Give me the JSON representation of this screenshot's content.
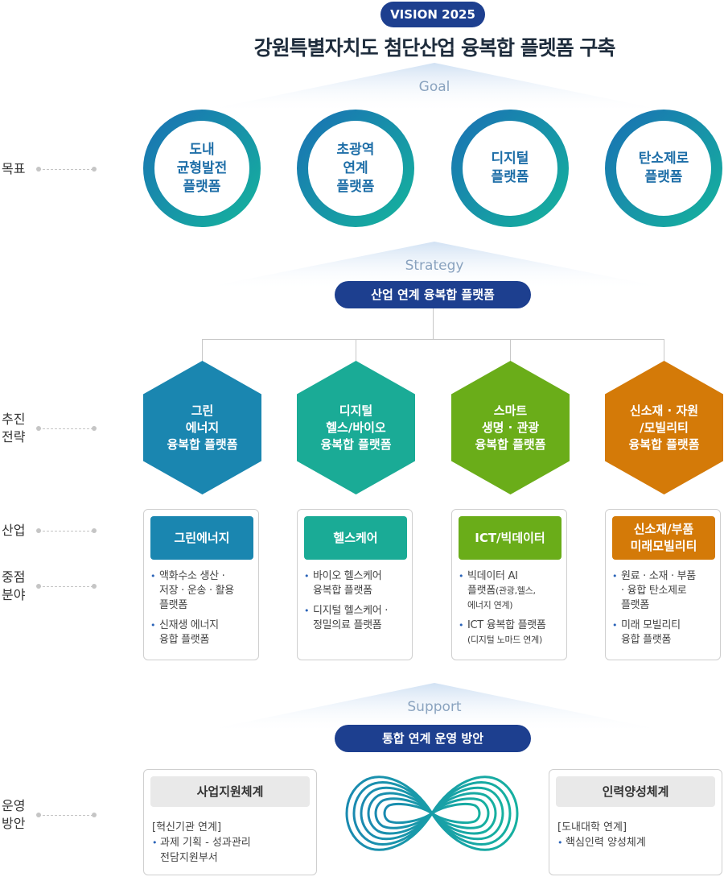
{
  "header": {
    "vision": "VISION 2025",
    "title": "강원특별자치도 첨단산업 융복합 플렛폼 구축"
  },
  "section_labels": {
    "goal": "Goal",
    "strategy": "Strategy",
    "support": "Support"
  },
  "row_labels": {
    "goal": "목표",
    "strategy": "추진\n전략",
    "industry": "산업",
    "focus": "중점\n분야",
    "operation": "운영\n방안"
  },
  "goals": [
    {
      "label": "도내\n균형발전\n플랫폼"
    },
    {
      "label": "초광역\n연계\n플랫폼"
    },
    {
      "label": "디지털\n플랫폼"
    },
    {
      "label": "탄소제로\n플랫폼"
    }
  ],
  "strategy_hub": "산업 연계 융복합 플랫폼",
  "strategies": [
    {
      "label": "그린\n에너지\n융복합 플랫폼",
      "color": "#1a86b0"
    },
    {
      "label": "디지털\n헬스/바이오\n융복합 플랫폼",
      "color": "#1aab96"
    },
    {
      "label": "스마트\n생명 · 관광\n융복합 플랫폼",
      "color": "#6aad19"
    },
    {
      "label": "신소재 · 자원\n/모빌리티\n융복합 플랫폼",
      "color": "#d47a08"
    }
  ],
  "industries": [
    {
      "title": "그린에너지",
      "color": "#1a86b0",
      "items": [
        "액화수소 생산 ·\n저장 · 운송 · 활용\n플랫폼",
        "신재생 에너지\n융합 플랫폼"
      ]
    },
    {
      "title": "헬스케어",
      "color": "#1aab96",
      "items": [
        "바이오 헬스케어\n융복합 플랫폼",
        "디지털 헬스케어 ·\n정밀의료 플랫폼"
      ]
    },
    {
      "title": "ICT/빅데이터",
      "color": "#6aad19",
      "items": [
        {
          "main": "빅데이터 AI\n플랫폼",
          "sub": "(관광,헬스,\n에너지 연계)"
        },
        {
          "main": "ICT 융복합 플랫폼\n",
          "sub": "(디지털 노마드 연계)"
        }
      ]
    },
    {
      "title": "신소재/부품\n미래모빌리티",
      "color": "#d47a08",
      "items": [
        "원료 · 소재 · 부품\n · 융합 탄소제로\n플랫폼",
        "미래 모빌리티\n융합 플랫폼"
      ]
    }
  ],
  "support_hub": "통합 연계 운영 방안",
  "operations": [
    {
      "title": "사업지원체계",
      "heading": "[혁신기관 연계]",
      "item": "과제 기획 - 성과관리\n전담지원부서"
    },
    {
      "title": "인력양성체계",
      "heading": "[도내대학 연계]",
      "item": "핵심인력 양성체계"
    }
  ],
  "colors": {
    "navy": "#1d3f8f",
    "ring_start": "#1a7fb3",
    "ring_end": "#16b3a0",
    "accent_light": "#dce8f6"
  }
}
